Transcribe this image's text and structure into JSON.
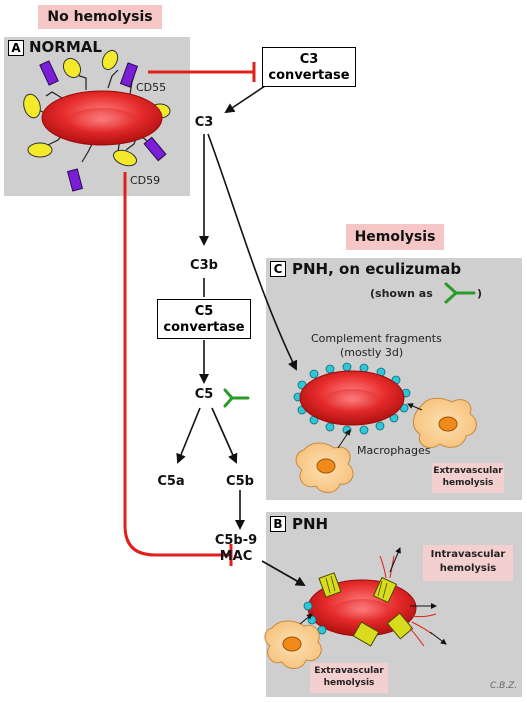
{
  "header_no_hemolysis": "No hemolysis",
  "header_hemolysis": "Hemolysis",
  "panel_a": {
    "letter": "A",
    "title": "NORMAL",
    "cd55": "CD55",
    "cd59": "CD59"
  },
  "panel_c": {
    "letter": "C",
    "title": "PNH, on eculizumab",
    "shown_as_open": "(shown as",
    "shown_as_close": ")",
    "fragments_line1": "Complement fragments",
    "fragments_line2": "(mostly 3d)",
    "macrophages": "Macrophages",
    "extravascular_line1": "Extravascular",
    "extravascular_line2": "hemolysis"
  },
  "panel_b": {
    "letter": "B",
    "title": "PNH",
    "intravascular_line1": "Intravascular",
    "intravascular_line2": "hemolysis",
    "extravascular_line1": "Extravascular",
    "extravascular_line2": "hemolysis"
  },
  "pathway": {
    "c3_convertase_line1": "C3",
    "c3_convertase_line2": "convertase",
    "c3": "C3",
    "c3b": "C3b",
    "c5_convertase_line1": "C5",
    "c5_convertase_line2": "convertase",
    "c5": "C5",
    "c5a": "C5a",
    "c5b": "C5b",
    "mac_line1": "C5b-9",
    "mac_line2": "MAC"
  },
  "signature": "C.B.Z.",
  "colors": {
    "inhibition_red": "#e0201b",
    "panel_gray": "#cfcfcf",
    "label_pink": "#f4c6c6",
    "antibody_green": "#2a9a2a",
    "cd55_purple": "#7a1fd6",
    "cd59_yellow": "#f2ea2a",
    "complement_cyan": "#2fc6d8",
    "macrophage_orange": "#f2a040"
  }
}
